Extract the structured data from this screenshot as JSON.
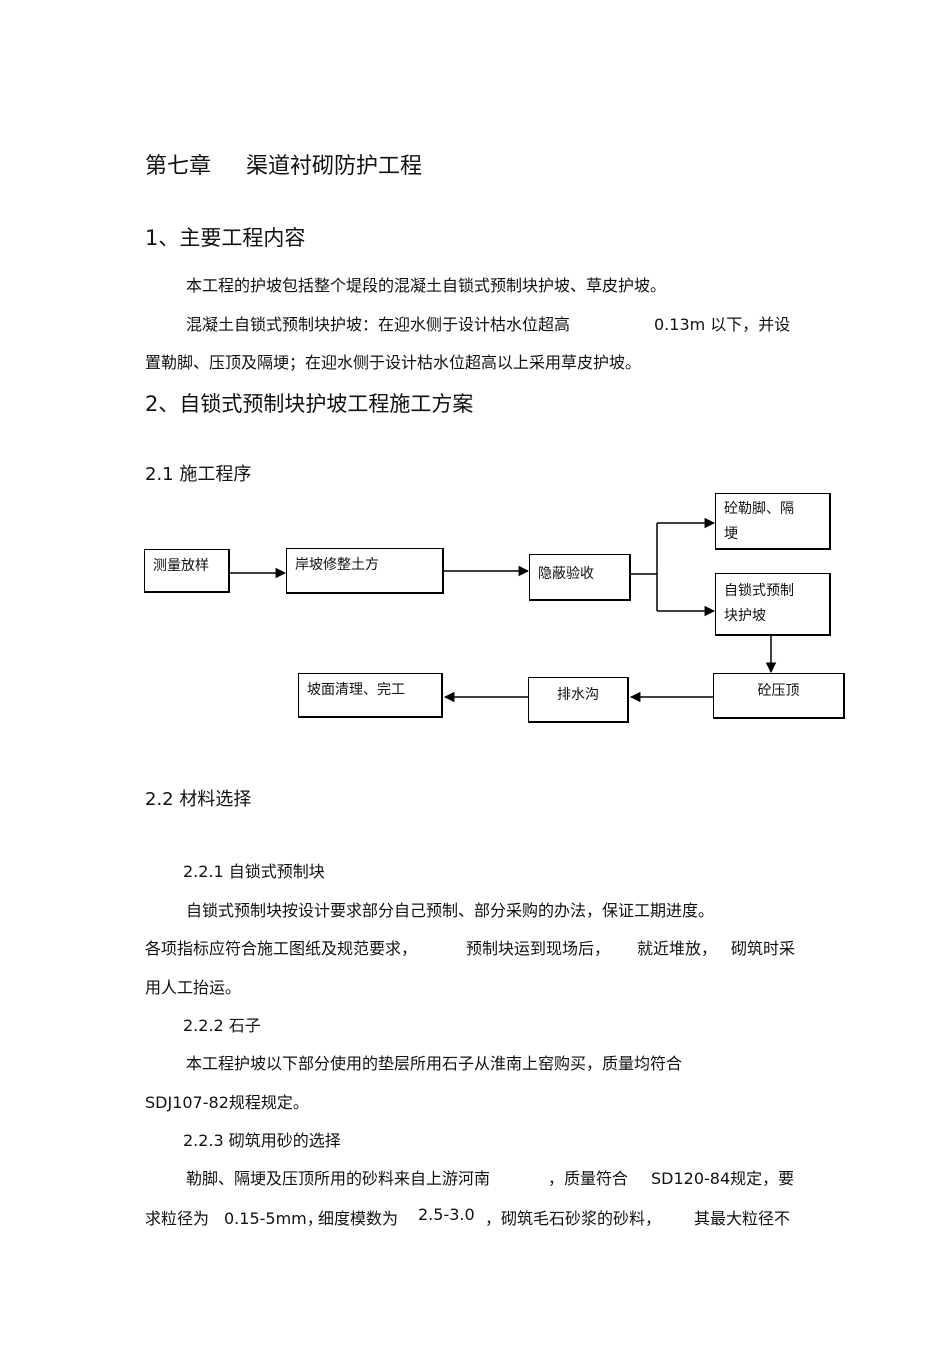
{
  "chapter": {
    "number": "第七章",
    "title": "渠道衬砌防护工程"
  },
  "section1": {
    "heading": "1、主要工程内容",
    "p1": "本工程的护坡包括整个堤段的混凝土自锁式预制块护坡、草皮护坡。",
    "p2_line1_a": "混凝土自锁式预制块护坡：在迎水侧于设计枯水位超高",
    "p2_line1_b": "0.13m 以下，并设",
    "p2_line2": "置勒脚、压顶及隔埂；在迎水侧于设计枯水位超高以上采用草皮护坡。"
  },
  "section2": {
    "heading": "2、自锁式预制块护坡工程施工方案",
    "sub21": "2.1 施工程序",
    "sub22": "2.2 材料选择",
    "sub221": "2.2.1  自锁式预制块",
    "p221_1": "自锁式预制块按设计要求部分自己预制、部分采购的办法，保证工期进度。",
    "p221_2a": "各项指标应符合施工图纸及规范要求，",
    "p221_2b": "预制块运到现场后，",
    "p221_2c": "就近堆放，",
    "p221_2d": "砌筑时采",
    "p221_3": "用人工抬运。",
    "sub222": "2.2.2  石子",
    "p222_1": "本工程护坡以下部分使用的垫层所用石子从淮南上窑购买，质量均符合",
    "p222_2": "SDJ107-82规程规定。",
    "sub223": "2.2.3  砌筑用砂的选择",
    "p223_1a": "勒脚、隔埂及压顶所用的砂料来自上游河南",
    "p223_1b": "，质量符合",
    "p223_1c": "SD120-84规定，要",
    "p223_2a": "求粒径为",
    "p223_2b": "0.15-5mm，",
    "p223_2c": "细度模数为",
    "p223_2d": "2.5-3.0",
    "p223_2e": "，砌筑毛石砂浆的砂料，",
    "p223_2f": "其最大粒径不"
  },
  "flowchart": {
    "measure": "测量放样",
    "slope_earthwork": "岸坡修整土方",
    "hidden_inspection": "隐蔽验收",
    "toe_wall_line1": "砼勒脚、隔",
    "toe_wall_line2": "埂",
    "block_line1": "自锁式预制",
    "block_line2": "块护坡",
    "coping": "砼压顶",
    "drain": "排水沟",
    "cleanup": "坡面清理、完工"
  }
}
